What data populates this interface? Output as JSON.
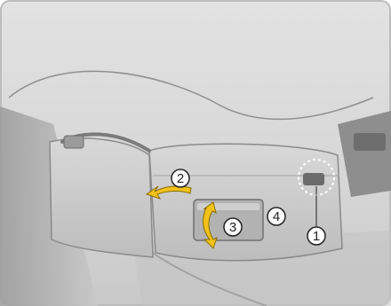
{
  "figure": {
    "callouts": [
      {
        "id": "1",
        "label": "1"
      },
      {
        "id": "2",
        "label": "2"
      },
      {
        "id": "3",
        "label": "3"
      },
      {
        "id": "4",
        "label": "4"
      }
    ],
    "colors": {
      "headliner": "#d9d9d9",
      "visor": "#cfcfcf",
      "arrow": "#f2c21b",
      "callout_fill": "#ffffff",
      "callout_stroke": "#222222"
    }
  }
}
